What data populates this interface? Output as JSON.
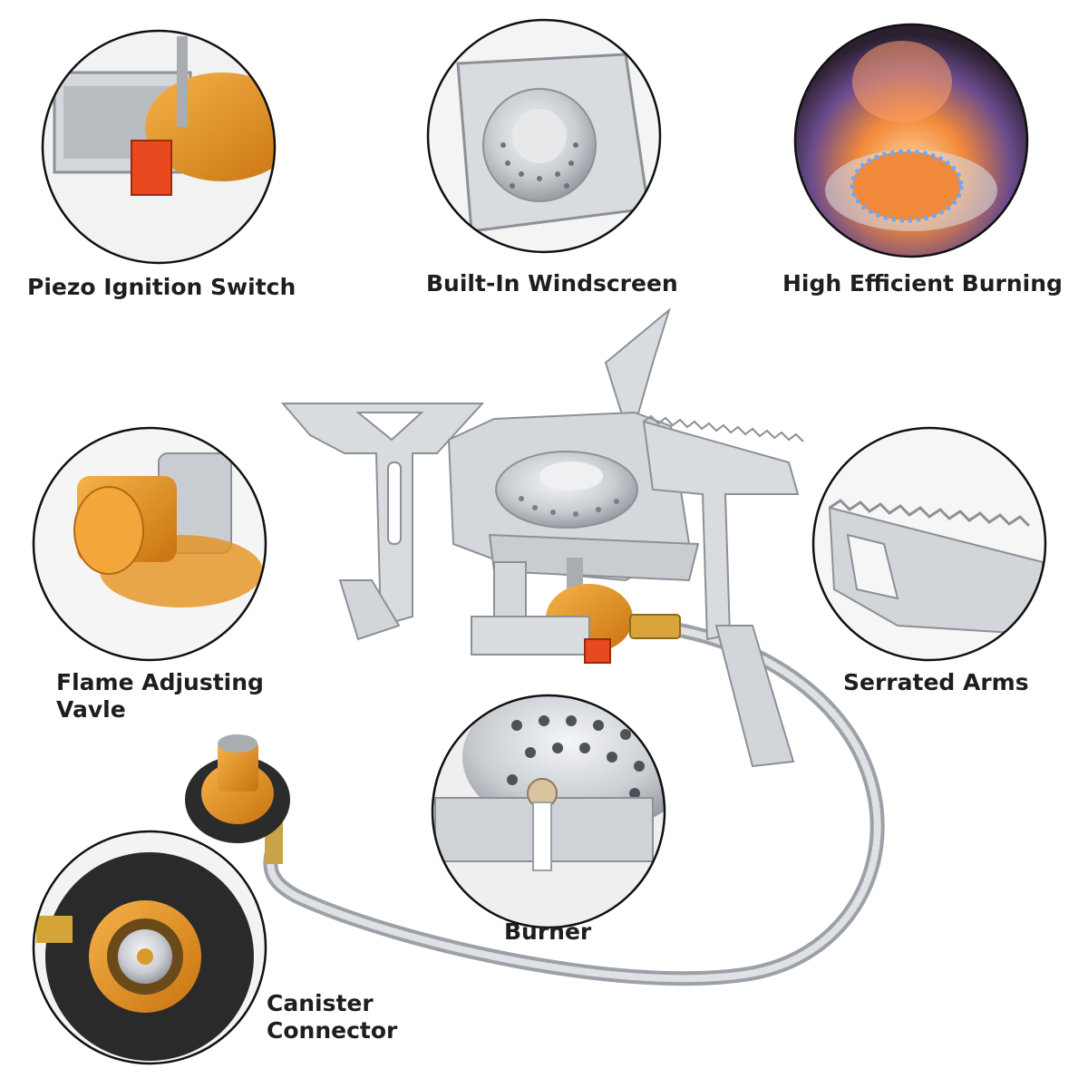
{
  "features": {
    "piezo_ignition": {
      "label": "Piezo Ignition Switch"
    },
    "windscreen": {
      "label": "Built-In Windscreen"
    },
    "efficient_burning": {
      "label": "High Efficient Burning"
    },
    "flame_valve": {
      "label_line1": "Flame Adjusting",
      "label_line2": "Vavle"
    },
    "serrated_arms": {
      "label": "Serrated Arms"
    },
    "burner": {
      "label": "Burner"
    },
    "canister_connector": {
      "label_line1": "Canister",
      "label_line2": "Connector"
    }
  },
  "colors": {
    "background": "#ffffff",
    "text": "#1e1e1e",
    "circle_border": "#111111",
    "steel": "#c9cdd2",
    "steel_dark": "#8c9197",
    "brass_orange": "#e5921e",
    "ignition_red": "#e8491f"
  }
}
